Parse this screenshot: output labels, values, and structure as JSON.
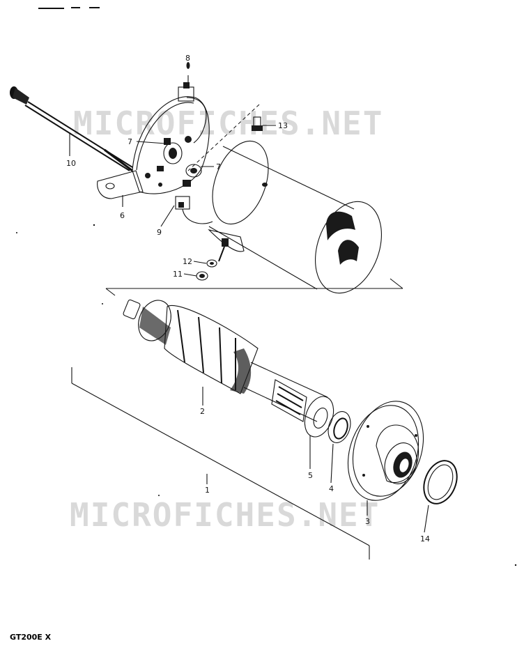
{
  "watermark": "MICROFICHES.NET",
  "model_code": "GT200E X",
  "callouts": {
    "c1": "1",
    "c2": "2",
    "c3": "3",
    "c4": "4",
    "c5": "5",
    "c6": "6",
    "c7a": "7",
    "c7b": "7",
    "c8": "8",
    "c9": "9",
    "c10": "10",
    "c11": "11",
    "c12": "12",
    "c13": "13",
    "c14": "14"
  }
}
